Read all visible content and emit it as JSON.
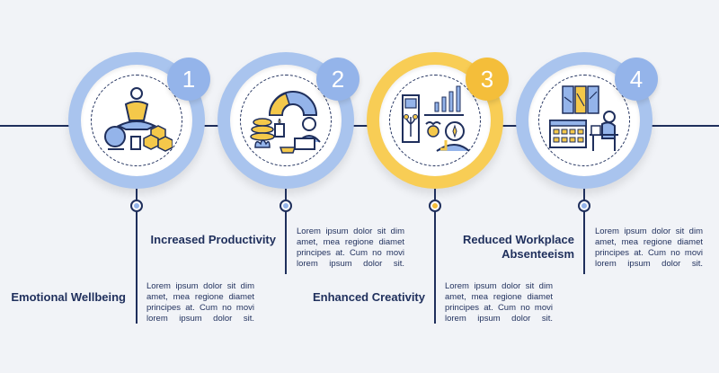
{
  "colors": {
    "blue_ring": "#a9c4ee",
    "blue_badge": "#94b4ea",
    "yellow_ring": "#f8cd55",
    "yellow_badge": "#f4be3a",
    "navy": "#1f2f5c",
    "background": "#f1f3f7"
  },
  "steps": [
    {
      "number": "1",
      "title": "Emotional Wellbeing",
      "description": "Lorem ipsum dolor sit dim amet, mea regione diamet principes at. Cum no movi lorem ipsum dolor sit.",
      "icon": "meditation-icon",
      "accent": "blue"
    },
    {
      "number": "2",
      "title": "Increased Productivity",
      "description": "Lorem ipsum dolor sit dim amet, mea regione diamet principes at. Cum no movi lorem ipsum dolor sit.",
      "icon": "productivity-icon",
      "accent": "blue"
    },
    {
      "number": "3",
      "title": "Enhanced Creativity",
      "description": "Lorem ipsum dolor sit dim amet, mea regione diamet principes at. Cum no movi lorem ipsum dolor sit.",
      "icon": "creativity-icon",
      "accent": "yellow"
    },
    {
      "number": "4",
      "title": "Reduced Workplace Absenteeism",
      "description": "Lorem ipsum dolor sit dim amet, mea regione diamet principes at. Cum no movi lorem ipsum dolor sit.",
      "icon": "workplace-icon",
      "accent": "blue"
    }
  ]
}
